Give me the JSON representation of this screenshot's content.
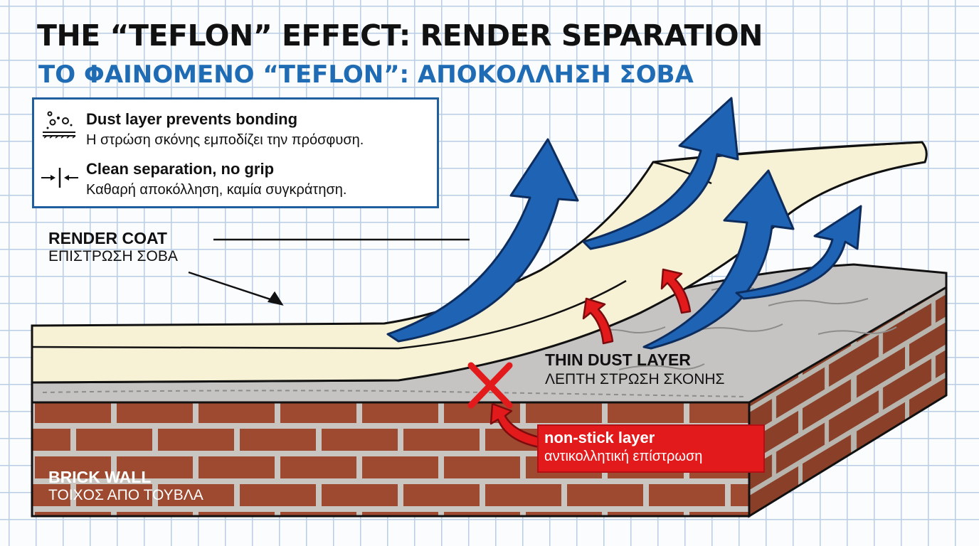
{
  "title": {
    "english": "THE “TEFLON” EFFECT: RENDER SEPARATION",
    "greek": "ΤΟ ΦΑΙΝΟΜΕΝΟ “TEFLON”: ΑΠΟΚΟΛΛΗΣΗ ΣΟΒΑ"
  },
  "legend": [
    {
      "icon": "dust-particles-icon",
      "heading": "Dust layer prevents bonding",
      "subtext": "Η στρώση σκόνης εμποδίζει την πρόσφυση."
    },
    {
      "icon": "separation-arrows-icon",
      "heading": "Clean separation, no grip",
      "subtext": "Καθαρή αποκόλληση, καμία συγκράτηση."
    }
  ],
  "labels": {
    "render_coat": {
      "heading": "RENDER COAT",
      "subtext": "ΕΠΙΣΤΡΩΣΗ ΣΟΒΑ"
    },
    "dust_layer": {
      "heading": "THIN DUST LAYER",
      "subtext": "ΛΕΠΤΗ ΣΤΡΩΣΗ ΣΚΟΝΗΣ"
    },
    "non_stick": {
      "heading": "non-stick layer",
      "subtext": "αντικολλητική επίστρωση"
    },
    "brick_wall": {
      "heading": "BRICK WALL",
      "subtext": "ΤΟΙΧΟΣ ΑΠΟ ΤΟΥΒΛΑ"
    }
  },
  "colors": {
    "arrow_blue": "#1f63b5",
    "accent_red": "#e31a1c",
    "brick": "#9e4a30",
    "mortar": "#c9c6c2",
    "render": "#f7f1d5",
    "dust": "#c5c4c3",
    "grid": "#b9cde4"
  }
}
